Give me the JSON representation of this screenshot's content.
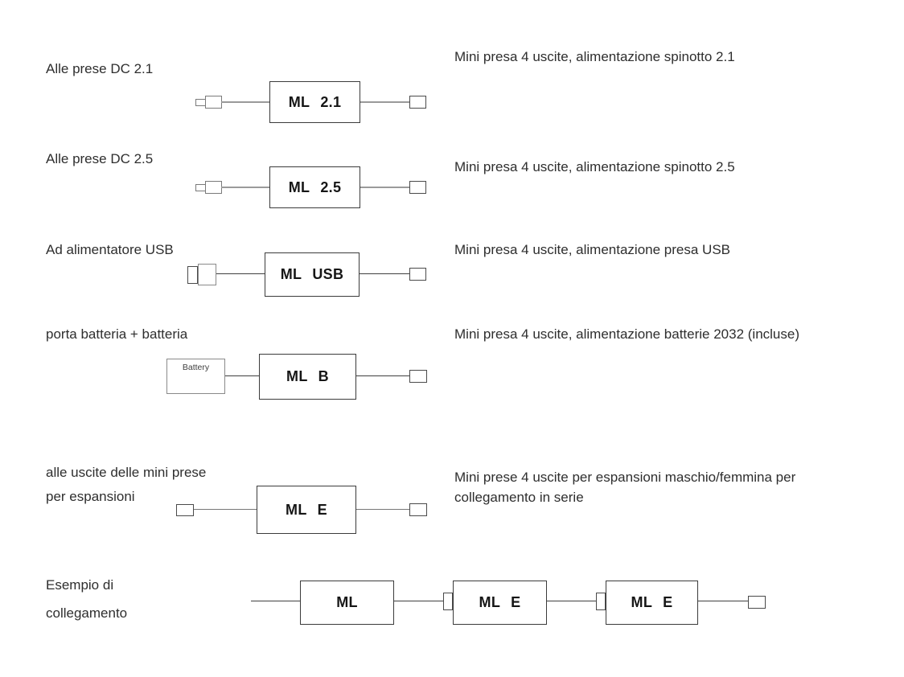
{
  "rows": [
    {
      "id": "dc21",
      "label": "Alle prese DC 2.1",
      "description": "Mini presa 4 uscite, alimentazione spinotto 2.1",
      "box": {
        "prefix": "ML",
        "suffix": "2.1"
      }
    },
    {
      "id": "dc25",
      "label": "Alle prese DC 2.5",
      "description": "Mini presa 4 uscite, alimentazione spinotto 2.5",
      "box": {
        "prefix": "ML",
        "suffix": "2.5"
      }
    },
    {
      "id": "usb",
      "label": "Ad alimentatore USB",
      "description": "Mini presa 4 uscite, alimentazione presa USB",
      "box": {
        "prefix": "ML",
        "suffix": "USB"
      }
    },
    {
      "id": "battery",
      "label": "porta batteria + batteria",
      "description": "Mini presa 4 uscite, alimentazione batterie 2032 (incluse)",
      "battery_label": "Battery",
      "box": {
        "prefix": "ML",
        "suffix": "B"
      }
    },
    {
      "id": "expansion",
      "label_lines": [
        "alle uscite delle mini prese",
        "per espansioni"
      ],
      "description_lines": [
        "Mini prese 4 uscite per espansioni maschio/femmina per",
        "collegamento in serie"
      ],
      "box": {
        "prefix": "ML",
        "suffix": "E"
      }
    },
    {
      "id": "example",
      "label_lines": [
        "Esempio di",
        "collegamento"
      ],
      "boxes": [
        {
          "prefix": "ML",
          "suffix": ""
        },
        {
          "prefix": "ML",
          "suffix": "E"
        },
        {
          "prefix": "ML",
          "suffix": "E"
        }
      ]
    }
  ],
  "colors": {
    "background": "#ffffff",
    "text": "#2e2e2e",
    "box_border": "#3b3b3b",
    "wire_gray": "#9a9a9a",
    "wire_dark": "#3f3f3f"
  }
}
